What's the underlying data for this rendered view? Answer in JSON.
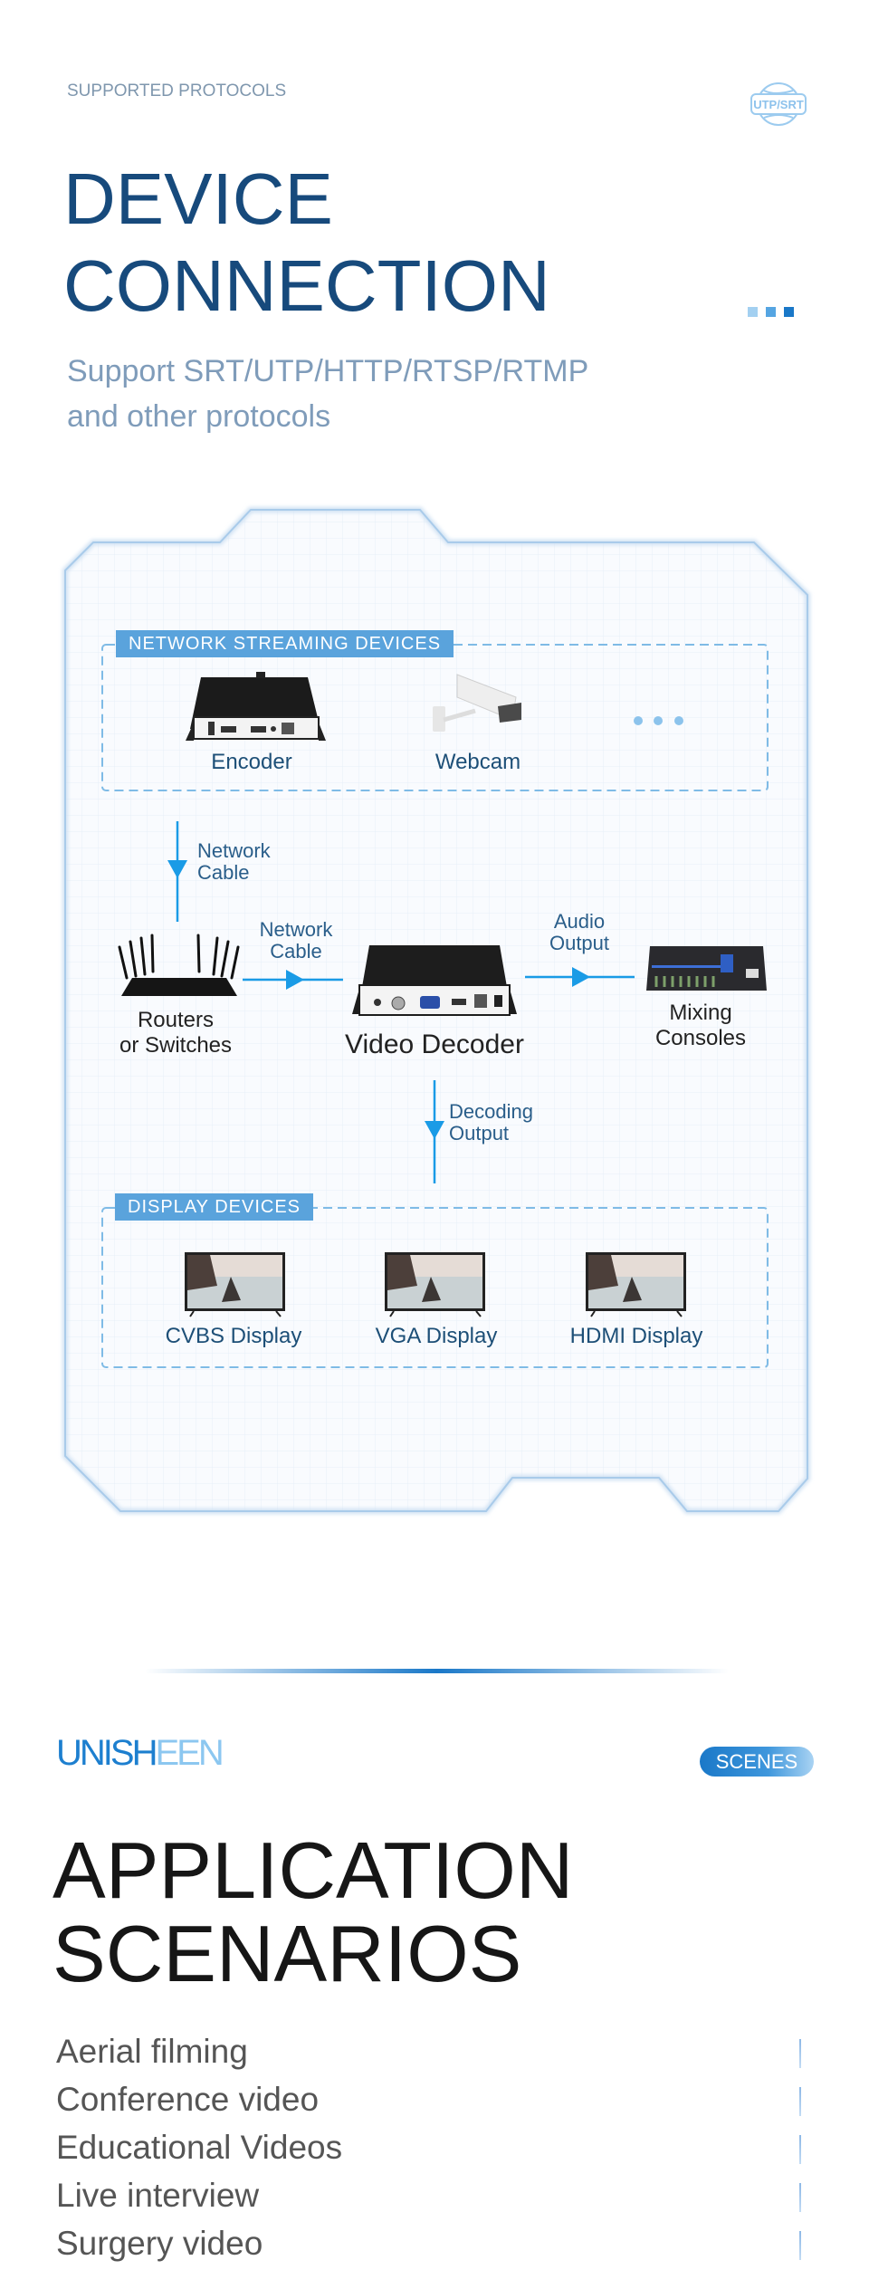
{
  "header": {
    "eyebrow": "SUPPORTED PROTOCOLS",
    "title_line1": "DEVICE",
    "title_line2": "CONNECTION",
    "subtitle_line1": "Support SRT/UTP/HTTP/RTSP/RTMP",
    "subtitle_line2": "and other protocols",
    "protocol_badge": "UTP/SRT",
    "badge_icon": "globe-badge-icon"
  },
  "diagram": {
    "streaming_group": {
      "label": "NETWORK STREAMING DEVICES",
      "devices": [
        "Encoder",
        "Webcam"
      ],
      "more_icon": "ellipsis-icon"
    },
    "links": {
      "group_to_router": [
        "Network",
        "Cable"
      ],
      "router_to_decoder": [
        "Network",
        "Cable"
      ],
      "decoder_to_mixer": [
        "Audio",
        "Output"
      ],
      "decoder_to_display": [
        "Decoding",
        "Output"
      ]
    },
    "router": [
      "Routers",
      "or Switches"
    ],
    "decoder": "Video Decoder",
    "mixer": [
      "Mixing",
      "Consoles"
    ],
    "display_group": {
      "label": "DISPLAY DEVICES",
      "devices": [
        "CVBS Display",
        "VGA Display",
        "HDMI Display"
      ]
    }
  },
  "scenarios": {
    "brand": {
      "part1": "UNISH",
      "part2": "EEN"
    },
    "tag": "SCENES",
    "title_line1": "APPLICATION",
    "title_line2": "SCENARIOS",
    "items": [
      "Aerial filming",
      "Conference video",
      "Educational Videos",
      "Live interview",
      "Surgery video"
    ]
  },
  "colors": {
    "title": "#174a7c",
    "accent": "#1a78c8",
    "label_bg": "#5aa3dc",
    "arrow": "#1a9be6",
    "panel_border": "#a9cbea"
  }
}
